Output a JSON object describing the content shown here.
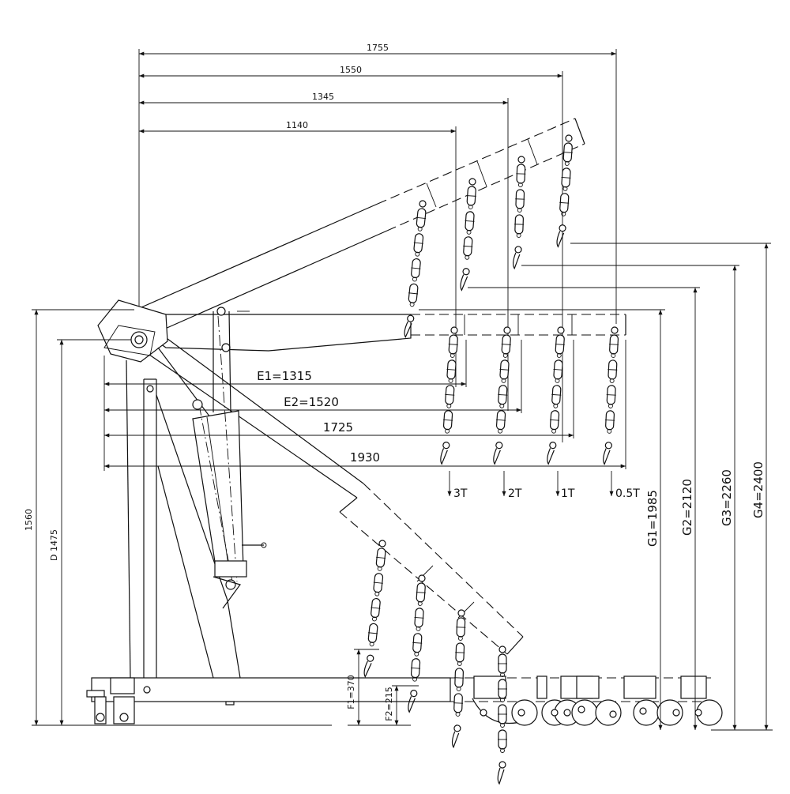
{
  "reach": [
    "1140",
    "1345",
    "1550",
    "1755"
  ],
  "spans": [
    "E1=1315",
    "E2=1520",
    "1725",
    "1930"
  ],
  "loads": [
    "3T",
    "2T",
    "1T",
    "0.5T"
  ],
  "heights": [
    "G1=1985",
    "G2=2120",
    "G3=2260",
    "G4=2400"
  ],
  "base": {
    "overall": "1560",
    "d": "D 1475",
    "f1": "F1=370",
    "f2": "F2=215"
  },
  "top_dim": "1755"
}
